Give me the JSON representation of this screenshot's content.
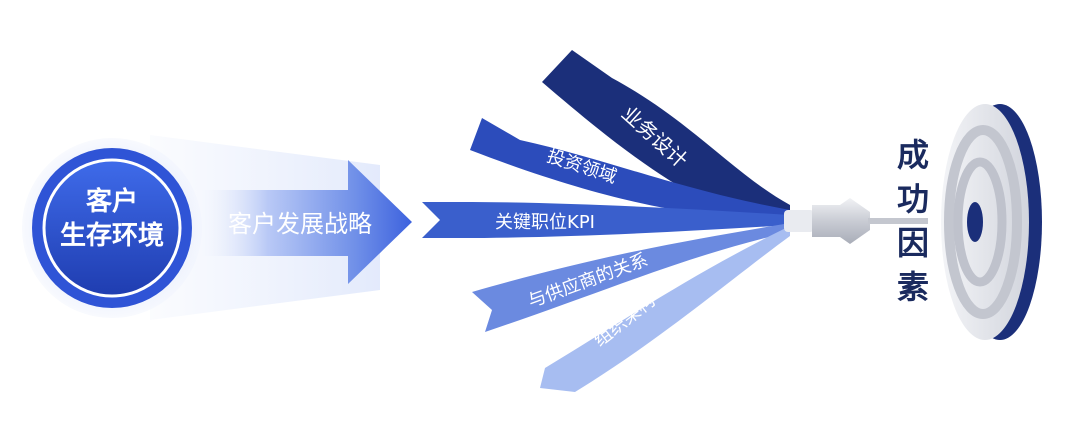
{
  "colors": {
    "navy": "#1b2f7a",
    "deep_blue": "#2a48b8",
    "mid_blue": "#3a63cf",
    "light_blue": "#6f8fe3",
    "pale_blue": "#a8bff2",
    "target_gray": "#d9dbe2"
  },
  "source": {
    "line1": "客户",
    "line2": "生存环境"
  },
  "strategy": {
    "label": "客户发展战略"
  },
  "ribbons": [
    {
      "label": "业务设计"
    },
    {
      "label": "投资领域"
    },
    {
      "label": "关键职位KPI"
    },
    {
      "label": "与供应商的关系"
    },
    {
      "label": "组织架构"
    }
  ],
  "goal": {
    "chars": [
      "成",
      "功",
      "因",
      "素"
    ]
  },
  "icons": {
    "arrow": "strategy-arrow-icon",
    "dart": "dart-icon",
    "target": "target-icon"
  }
}
